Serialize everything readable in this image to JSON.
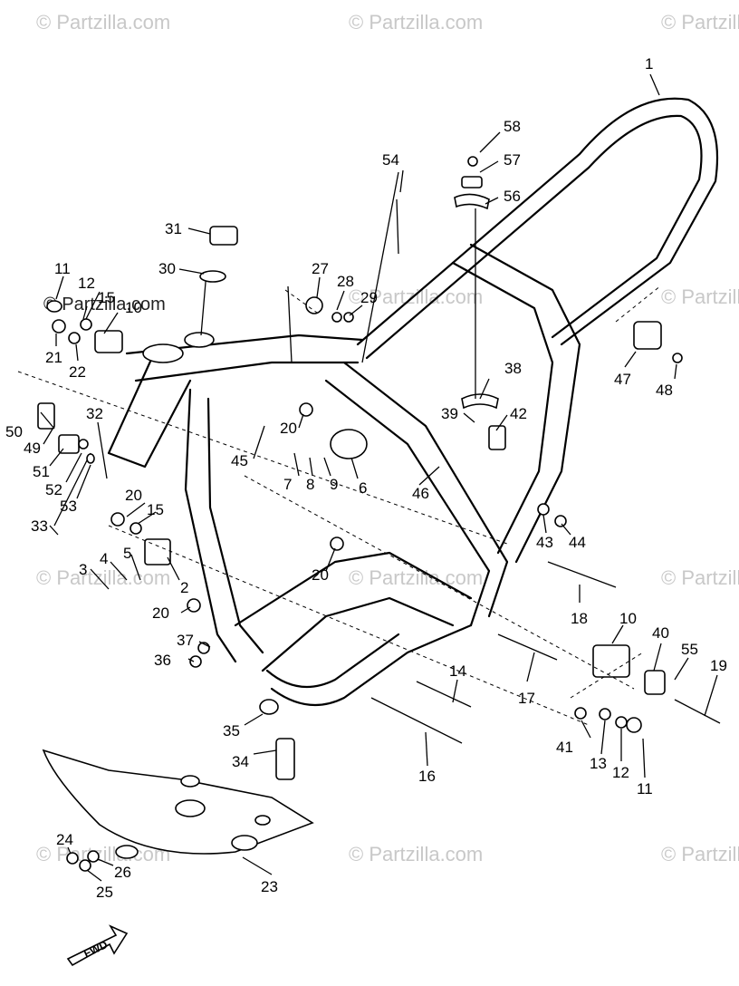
{
  "watermark": "© Partzilla.com",
  "fwd_label": "FWD",
  "callouts": [
    "1",
    "2",
    "3",
    "4",
    "5",
    "6",
    "7",
    "8",
    "9",
    "10",
    "10",
    "11",
    "11",
    "12",
    "12",
    "13",
    "14",
    "15",
    "15",
    "16",
    "17",
    "18",
    "19",
    "20",
    "20",
    "20",
    "20",
    "20",
    "21",
    "22",
    "23",
    "24",
    "25",
    "26",
    "27",
    "28",
    "29",
    "30",
    "31",
    "32",
    "33",
    "34",
    "35",
    "36",
    "37",
    "38",
    "39",
    "40",
    "41",
    "42",
    "43",
    "44",
    "45",
    "46",
    "47",
    "48",
    "49",
    "50",
    "51",
    "52",
    "53",
    "54",
    "55",
    "56",
    "57",
    "58"
  ]
}
